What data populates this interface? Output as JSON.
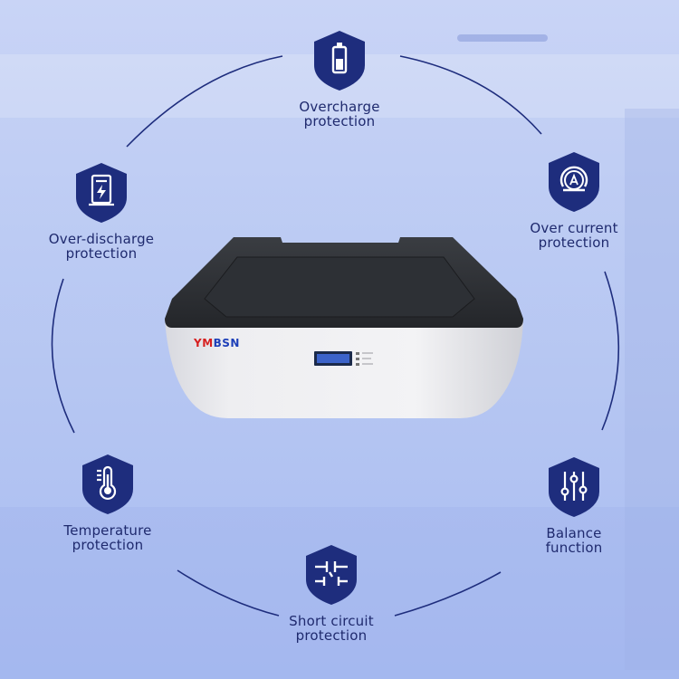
{
  "brand": {
    "text_a": "YM",
    "text_b": "BSN",
    "color_a": "#d61f1f",
    "color_b": "#1d3fb8"
  },
  "colors": {
    "badge": "#1e2d7d",
    "ring": "#1e2d7d",
    "label": "#1f2a6e"
  },
  "features": [
    {
      "icon": "battery-icon",
      "line1": "Overcharge",
      "line2": "protection"
    },
    {
      "icon": "ammeter-icon",
      "line1": "Over current",
      "line2": "protection"
    },
    {
      "icon": "sliders-icon",
      "line1": "Balance",
      "line2": "function"
    },
    {
      "icon": "circuit-icon",
      "line1": "Short circuit",
      "line2": "protection"
    },
    {
      "icon": "thermometer-icon",
      "line1": "Temperature",
      "line2": "protection"
    },
    {
      "icon": "charging-station-icon",
      "line1": "Over-discharge",
      "line2": "protection"
    }
  ]
}
